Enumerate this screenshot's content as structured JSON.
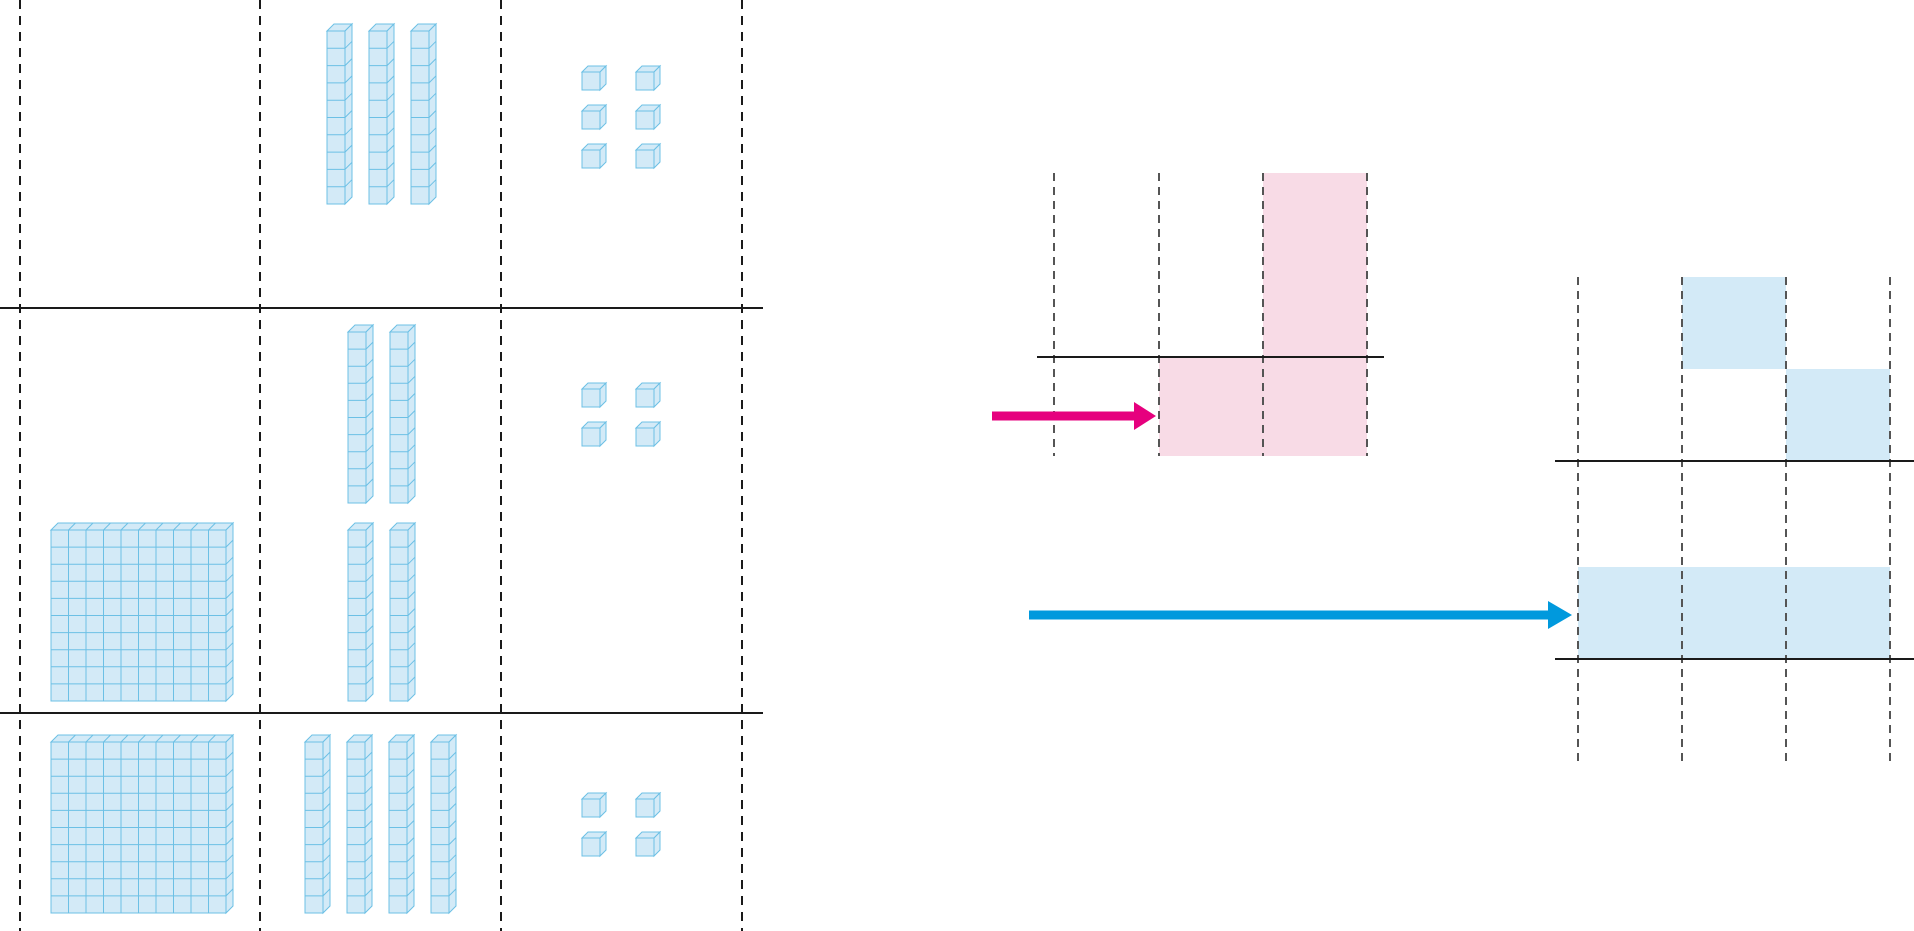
{
  "colors": {
    "block_fill": "#d3eaf7",
    "block_stroke": "#6cc0e5",
    "rule_line": "#1a1a1a",
    "dashed_line": "#555555",
    "pink_fill": "#f8dbe6",
    "pink_arrow": "#e6007e",
    "blue_fill": "#d3eaf7",
    "blue_arrow": "#0099dd"
  },
  "place_value_chart": {
    "rows": [
      {
        "row": "top",
        "hundreds": 0,
        "tens": 3,
        "ones": 6
      },
      {
        "row": "middle",
        "hundreds": 1,
        "tens": 4,
        "ones": 4
      },
      {
        "row": "bottom",
        "hundreds": 1,
        "tens": 4,
        "ones": 4
      }
    ]
  },
  "regrouping_diagrams": [
    {
      "color": "pink",
      "arrow": "pink-arrow"
    },
    {
      "color": "blue",
      "arrow": "blue-arrow"
    }
  ],
  "icons": [
    "hundred-flat-icon",
    "ten-rod-icon",
    "unit-cube-icon",
    "arrow-right-icon"
  ]
}
